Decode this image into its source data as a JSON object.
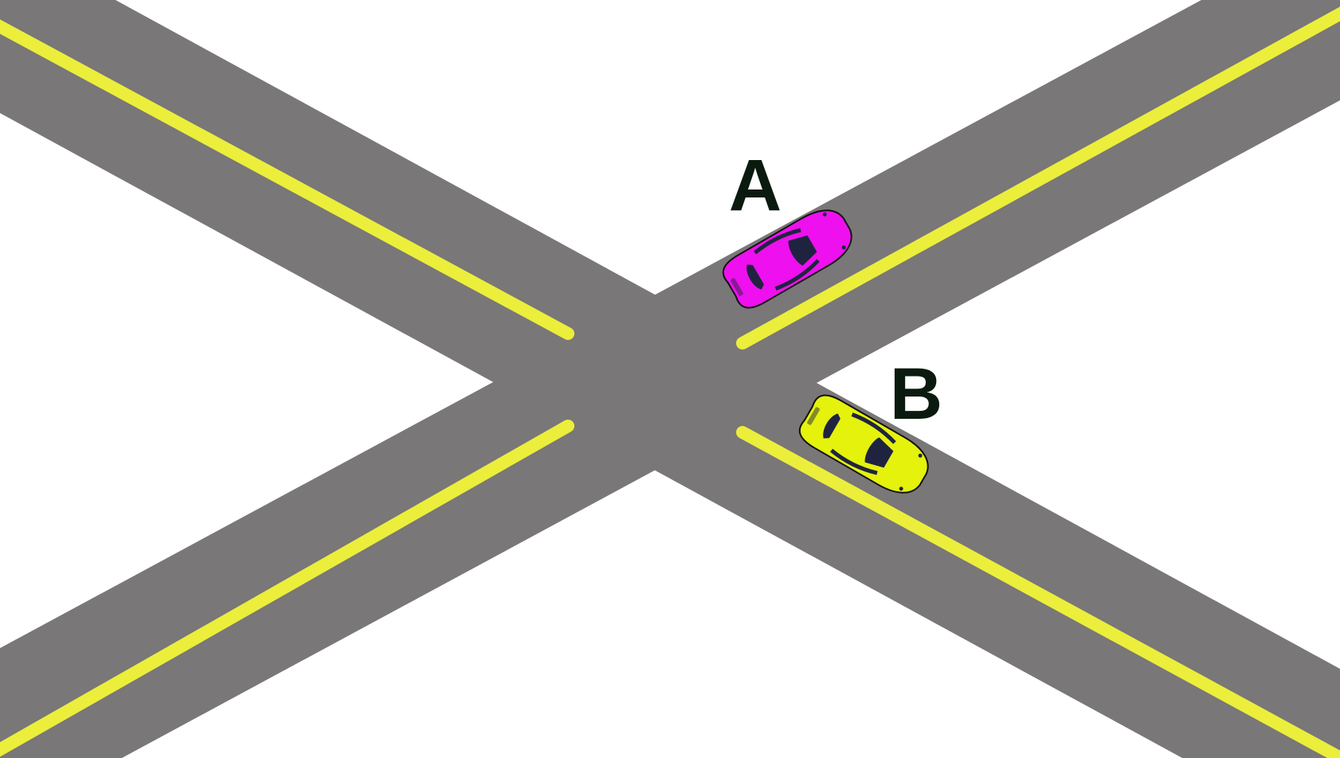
{
  "scene": {
    "background_color": "#ffffff",
    "road_color": "#797777",
    "lane_line_color": "#ecee3c",
    "label_color": "#0b1a0e"
  },
  "vehicles": [
    {
      "label": "A",
      "body_color": "#ee10ee",
      "window_color": "#1f2340",
      "icon": "sports-car-top-view-icon",
      "heading": "up-right"
    },
    {
      "label": "B",
      "body_color": "#e4f20c",
      "window_color": "#1f2340",
      "icon": "sports-car-top-view-icon",
      "heading": "down-right"
    }
  ]
}
